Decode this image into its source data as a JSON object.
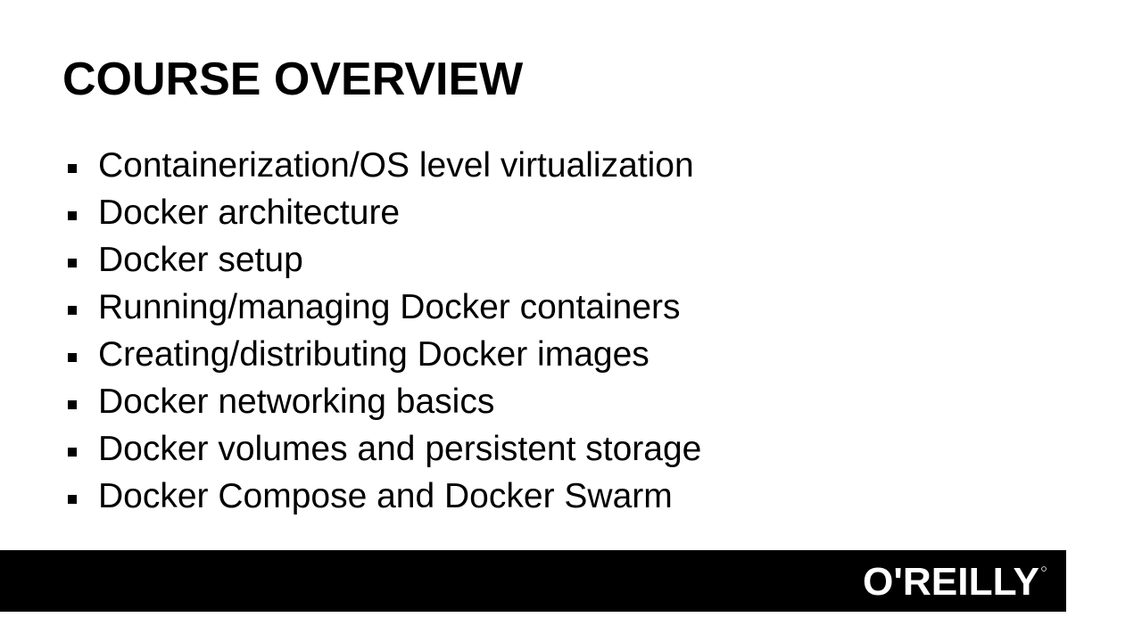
{
  "slide": {
    "title": "COURSE OVERVIEW",
    "bullets": [
      "Containerization/OS level virtualization",
      "Docker architecture",
      "Docker setup",
      "Running/managing Docker containers",
      "Creating/distributing Docker images",
      "Docker networking basics",
      "Docker volumes and persistent storage",
      "Docker Compose and Docker Swarm"
    ]
  },
  "footer": {
    "logo_text": "O'REILLY",
    "logo_icon": "oreilly-logo"
  },
  "colors": {
    "background": "#ffffff",
    "text": "#000000",
    "footer_bar": "#000000",
    "logo": "#ffffff"
  }
}
